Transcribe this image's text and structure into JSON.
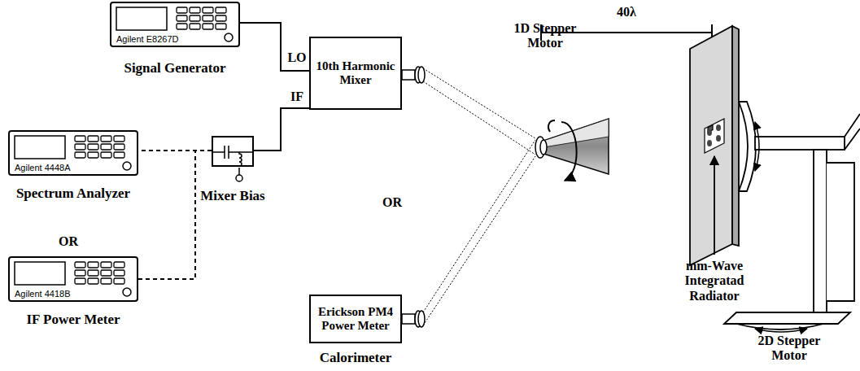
{
  "diagram": {
    "nodes": [
      {
        "text": [
          "Agilent E8267D",
          "Signal Generator"
        ]
      },
      {
        "text": [
          "10th Harmonic Mixer"
        ]
      },
      {
        "text": [
          "Agilent 4448A",
          "Spectrum Analyzer"
        ]
      },
      {
        "text": [
          "Agilent 4418B",
          "IF Power Meter"
        ]
      },
      {
        "text": [
          "Mixer Bias"
        ]
      },
      {
        "text": [
          "Erickson PM4 Power Meter",
          "Calorimeter"
        ]
      }
    ],
    "edges": [
      {
        "from": 0,
        "to": 1,
        "arrow": "none"
      },
      {
        "from": 1,
        "to": 4,
        "arrow": "none"
      },
      {
        "from": 4,
        "to": 2,
        "arrow": "none"
      },
      {
        "from": 4,
        "to": 3,
        "arrow": "none"
      }
    ],
    "labels": [
      "LO",
      "IF",
      "OR",
      "OR",
      "1D Stepper Motor",
      "40λ",
      "mm-Wave Integratad Radiator",
      "2D Stepper Motor"
    ]
  }
}
